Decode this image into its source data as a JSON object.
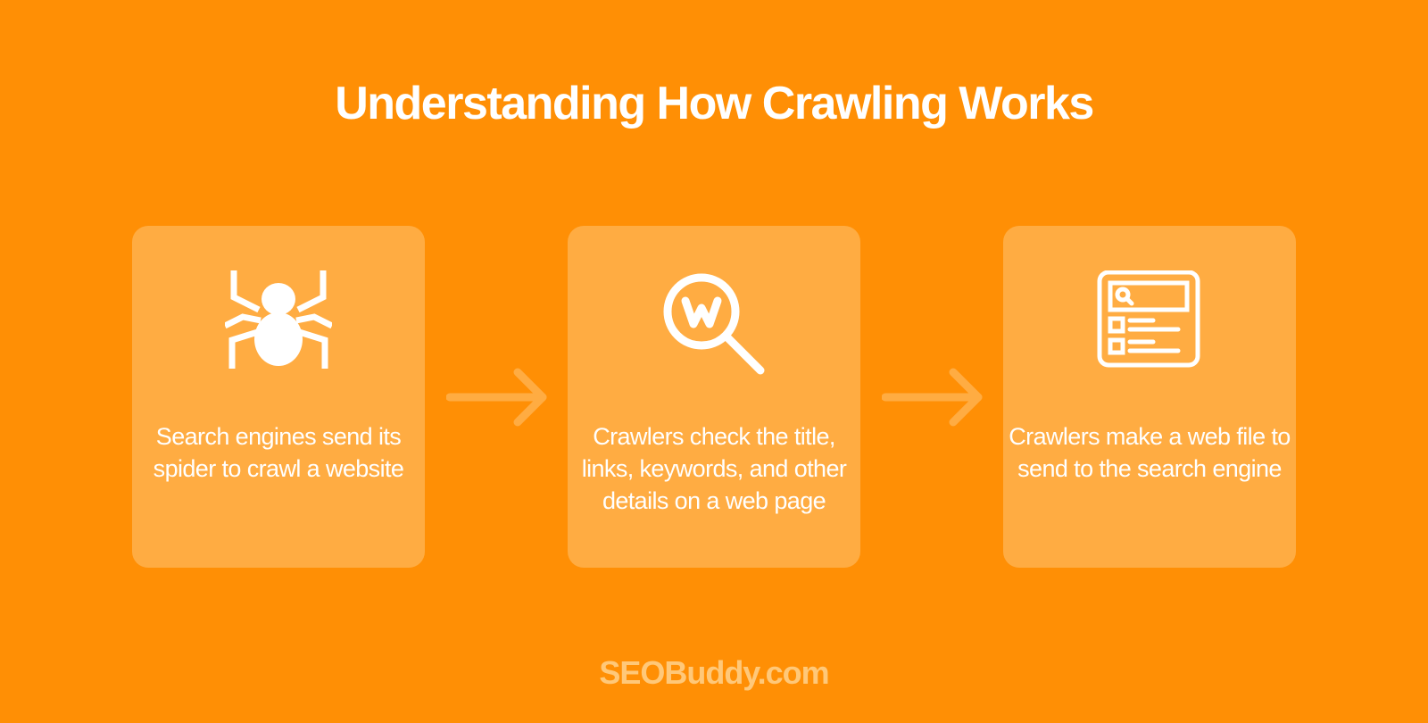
{
  "title": "Understanding How Crawling Works",
  "steps": [
    {
      "icon": "spider-icon",
      "text": "Search engines send its spider to crawl a website"
    },
    {
      "icon": "magnifier-w-icon",
      "text": "Crawlers check the title, links, keywords, and other details on a web page"
    },
    {
      "icon": "web-page-search-icon",
      "text": "Crawlers make a web file to send to the search engine"
    }
  ],
  "footer": "SEOBuddy.com",
  "colors": {
    "background": "#FF8F05",
    "card": "#FFAC42",
    "text": "#FFFFFF",
    "footer": "#FFC879",
    "arrow": "#FFAC42"
  }
}
